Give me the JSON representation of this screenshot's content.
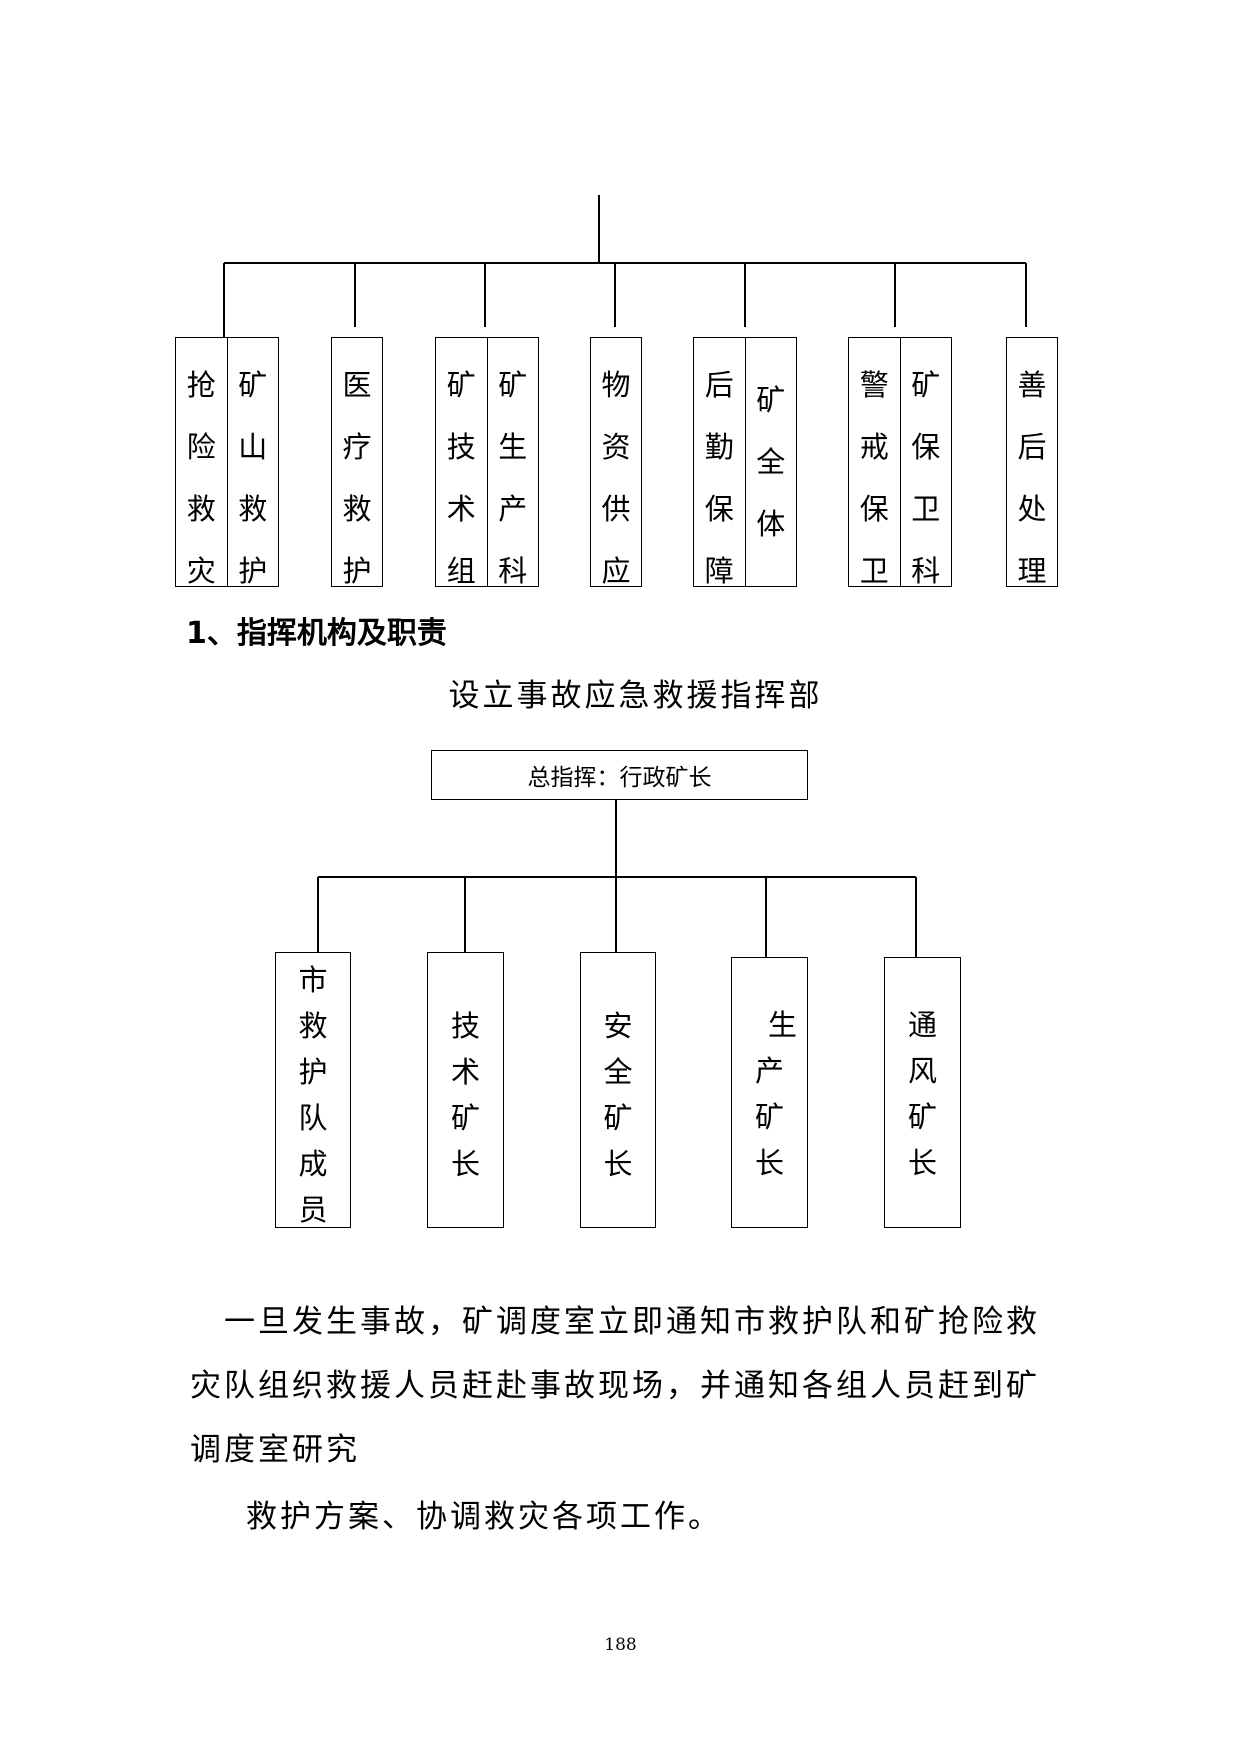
{
  "top_chart": {
    "boxes": [
      {
        "columns": [
          [
            "抢",
            "险",
            "救",
            "灾"
          ],
          [
            "矿",
            "山",
            "救",
            "护"
          ]
        ]
      },
      {
        "columns": [
          [
            "医",
            "疗",
            "救",
            "护"
          ]
        ]
      },
      {
        "columns": [
          [
            "矿",
            "技",
            "术",
            "组"
          ],
          [
            "矿",
            "生",
            "产",
            "科"
          ]
        ]
      },
      {
        "columns": [
          [
            "物",
            "资",
            "供",
            "应"
          ]
        ]
      },
      {
        "columns": [
          [
            "后",
            "勤",
            "保",
            "障"
          ],
          [
            "矿",
            "全",
            "体"
          ]
        ]
      },
      {
        "columns": [
          [
            "警",
            "戒",
            "保",
            "卫"
          ],
          [
            "矿",
            "保",
            "卫",
            "科"
          ]
        ]
      },
      {
        "columns": [
          [
            "善",
            "后",
            "处",
            "理"
          ]
        ]
      }
    ]
  },
  "section_heading": "1、指挥机构及职责",
  "subtitle": "设立事故应急救援指挥部",
  "command_chart": {
    "root": "总指挥：行政矿长",
    "children": [
      [
        "市",
        "救",
        "护",
        "队",
        "成",
        "员"
      ],
      [
        "技",
        "术",
        "矿",
        "长"
      ],
      [
        "安",
        "全",
        "矿",
        "长"
      ],
      [
        "生",
        "产",
        "矿",
        "长"
      ],
      [
        "通",
        "风",
        "矿",
        "长"
      ]
    ]
  },
  "paragraphs": [
    "　一旦发生事故，矿调度室立即通知市救护队和矿抢险救灾队组织救援人员赶赴事故现场，并通知各组人员赶到矿调度室研究",
    "救护方案、协调救灾各项工作。"
  ],
  "page_number": "188"
}
